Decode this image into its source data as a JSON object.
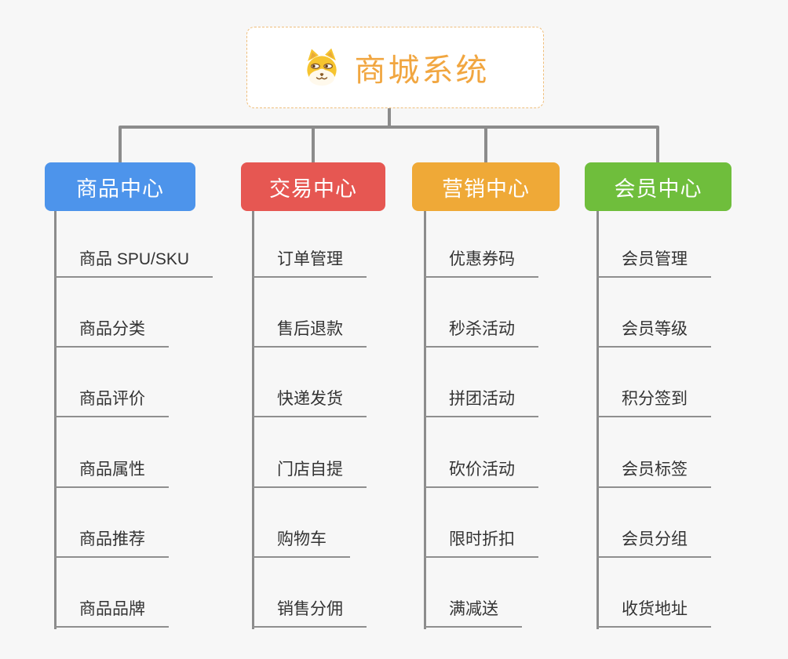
{
  "page": {
    "background_color": "#F7F7F7",
    "connector_color": "#8C8C8C"
  },
  "root": {
    "title": "商城系统",
    "icon": "shiba-dog-icon",
    "title_color": "#F1A640",
    "border_color": "#EFBE7B"
  },
  "branches": [
    {
      "label": "商品中心",
      "color": "#4D94EB",
      "children": [
        "商品 SPU/SKU",
        "商品分类",
        "商品评价",
        "商品属性",
        "商品推荐",
        "商品品牌"
      ]
    },
    {
      "label": "交易中心",
      "color": "#E65752",
      "children": [
        "订单管理",
        "售后退款",
        "快递发货",
        "门店自提",
        "购物车",
        "销售分佣"
      ]
    },
    {
      "label": "营销中心",
      "color": "#EFA937",
      "children": [
        "优惠券码",
        "秒杀活动",
        "拼团活动",
        "砍价活动",
        "限时折扣",
        "满减送"
      ]
    },
    {
      "label": "会员中心",
      "color": "#6FBE3C",
      "children": [
        "会员管理",
        "会员等级",
        "积分签到",
        "会员标签",
        "会员分组",
        "收货地址"
      ]
    }
  ]
}
